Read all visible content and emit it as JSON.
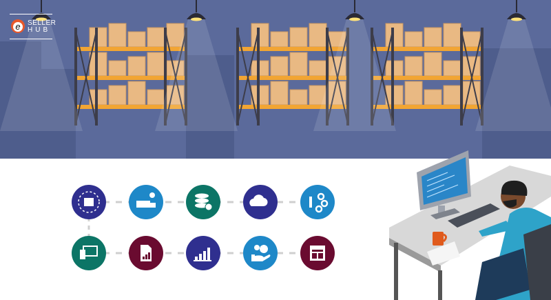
{
  "logo": {
    "line1": "SELLER",
    "line2": "HUB",
    "mark": "e"
  },
  "colors": {
    "sky": "#5b6a9b",
    "indigo": "#2f2f8f",
    "blue": "#1e88c8",
    "teal": "#0c7566",
    "maroon": "#6a0b30",
    "shelf": "#f2a533",
    "box": "#e9b983"
  },
  "icons": [
    {
      "name": "network-cubes-icon",
      "color": "#2f2f8f"
    },
    {
      "name": "delivery-truck-icon",
      "color": "#1e88c8"
    },
    {
      "name": "database-clock-icon",
      "color": "#0c7566"
    },
    {
      "name": "cloud-sync-icon",
      "color": "#2f2f8f"
    },
    {
      "name": "gears-icon",
      "color": "#1e88c8"
    },
    {
      "name": "devices-icon",
      "color": "#0c7566"
    },
    {
      "name": "report-document-icon",
      "color": "#6a0b30"
    },
    {
      "name": "bar-chart-icon",
      "color": "#2f2f8f"
    },
    {
      "name": "money-hand-icon",
      "color": "#1e88c8"
    },
    {
      "name": "layout-window-icon",
      "color": "#6a0b30"
    }
  ]
}
